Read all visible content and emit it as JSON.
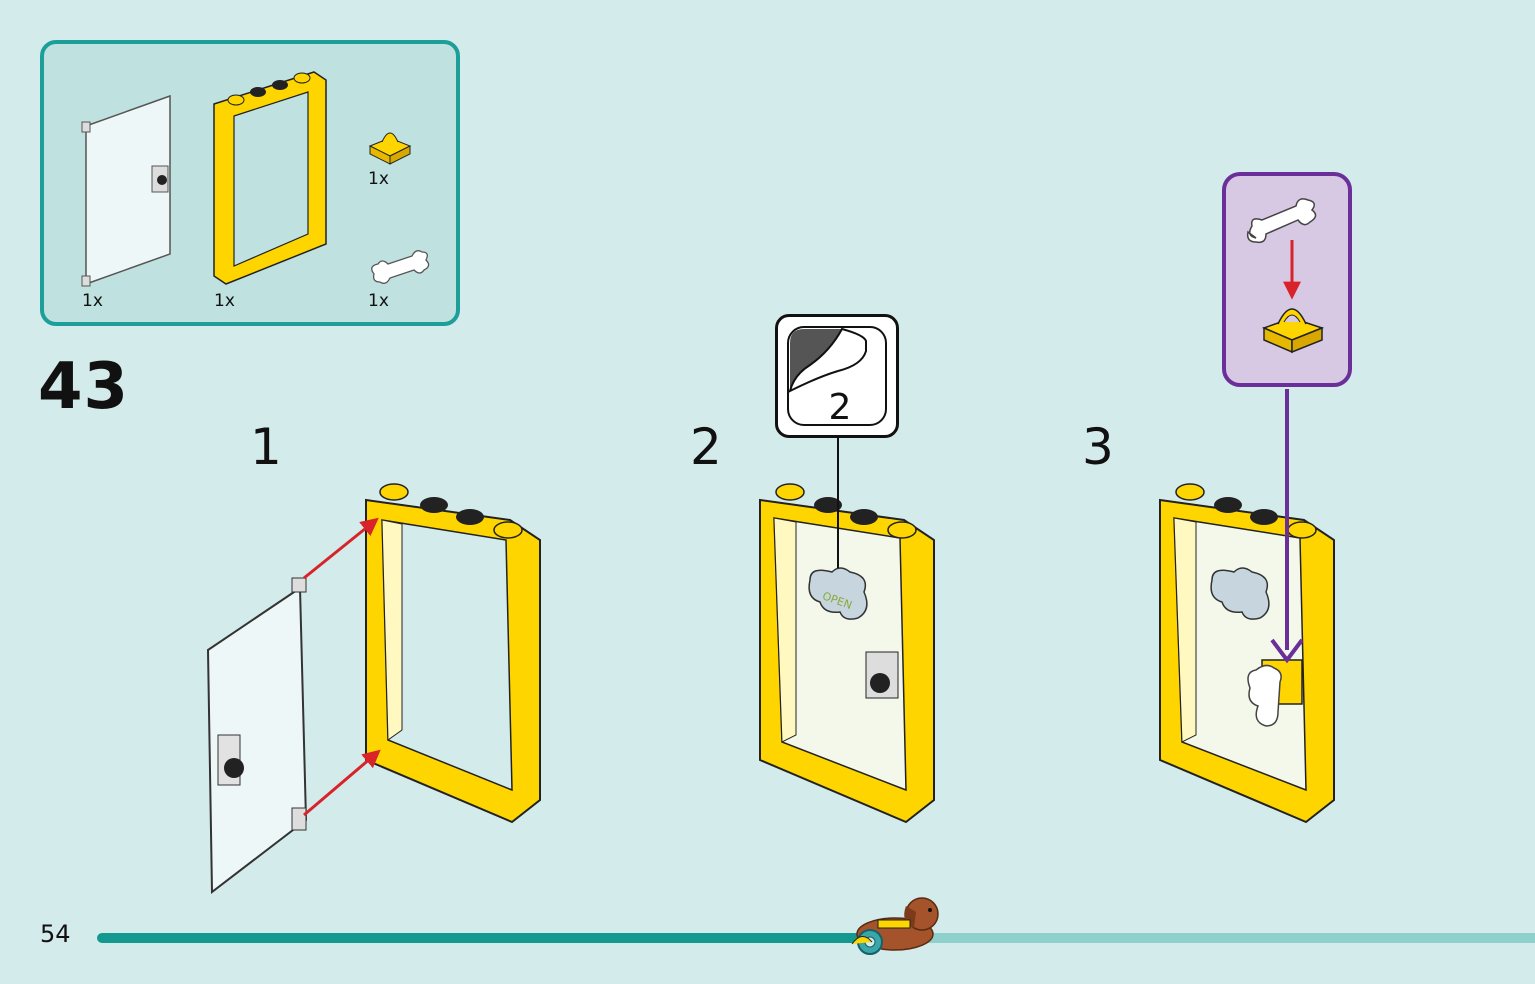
{
  "parts_list": {
    "items": [
      {
        "name": "door-panel",
        "qty": "1x"
      },
      {
        "name": "door-frame",
        "qty": "1x"
      },
      {
        "name": "clip-plate",
        "qty": "1x"
      },
      {
        "name": "bone",
        "qty": "1x"
      }
    ]
  },
  "step": {
    "number": "43",
    "substeps": [
      "1",
      "2",
      "3"
    ]
  },
  "sticker": {
    "number": "2",
    "text": "OPEN"
  },
  "page": {
    "number": "54"
  },
  "colors": {
    "background": "#d3ebea",
    "accent": "#1c9f99",
    "brick_yellow": "#ffd500",
    "arrow_red": "#d8232a",
    "callout_purple": "#6a2f98"
  }
}
